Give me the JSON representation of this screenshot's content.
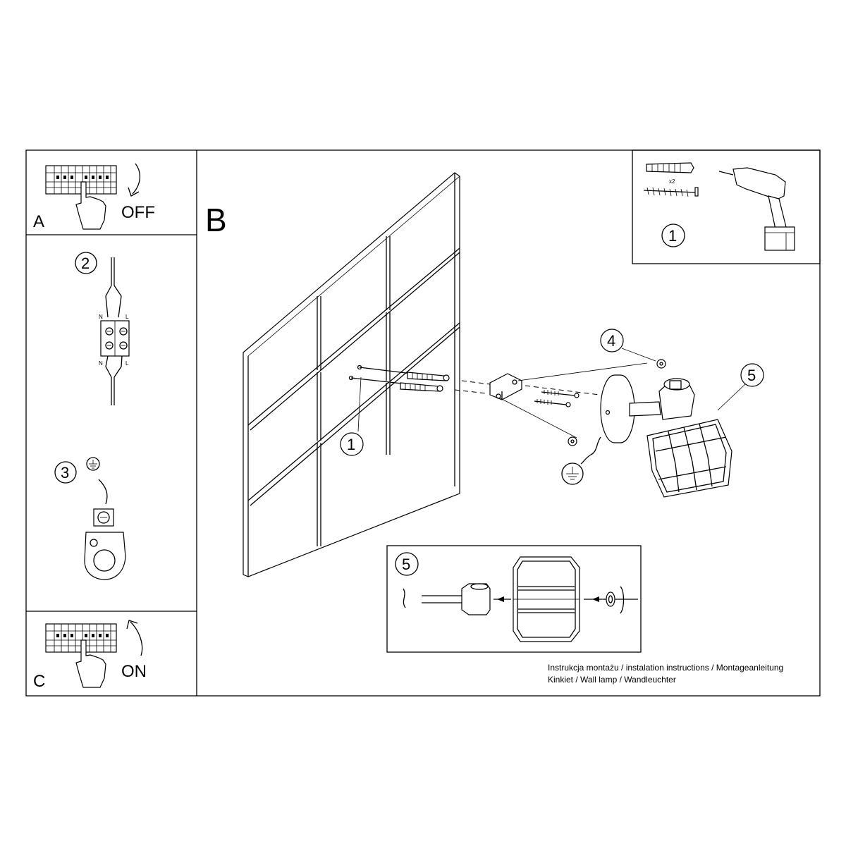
{
  "panels": {
    "a": {
      "letter": "A",
      "switch_text": "OFF"
    },
    "b": {
      "letter": "B"
    },
    "c": {
      "letter": "C",
      "switch_text": "ON"
    },
    "step1": {
      "number": "1",
      "dowel_count": "x2"
    },
    "step5_detail": {
      "number": "5"
    }
  },
  "wiring": {
    "number": "2",
    "n_top": "N",
    "l_top": "L",
    "n_bottom": "N",
    "l_bottom": "L"
  },
  "earth_step": {
    "number": "3"
  },
  "callouts": {
    "wall_screws": "1",
    "mount_screws": "4",
    "shade": "5"
  },
  "caption": {
    "line1": "Instrukcja montażu / instalation instructions / Montageanleitung",
    "line2": "Kinkiet / Wall lamp / Wandleuchter"
  },
  "icons": [
    "breaker-panel-icon",
    "hand-icon",
    "arrow-down-icon",
    "arrow-up-icon",
    "drill-icon",
    "dowel-icon",
    "screw-icon",
    "terminal-block-icon",
    "earth-symbol-icon",
    "lamp-holder-icon",
    "cage-shade-icon",
    "wall-plate-icon"
  ]
}
